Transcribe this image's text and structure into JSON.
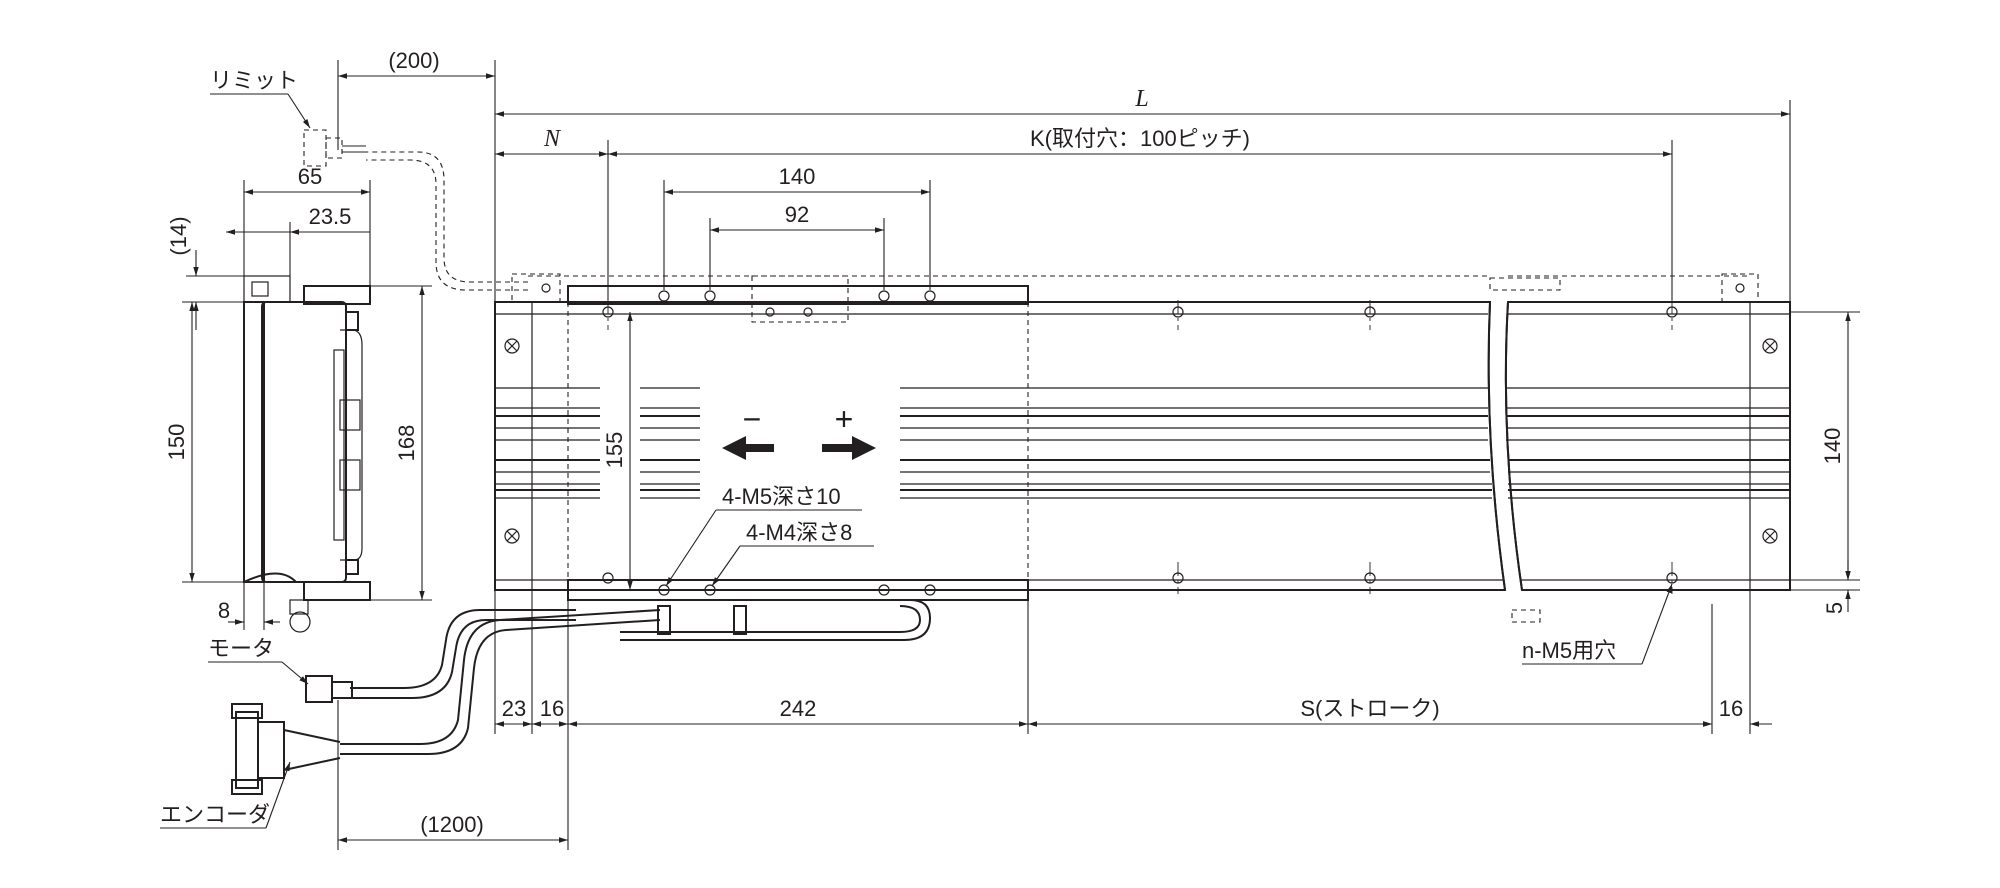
{
  "labels": {
    "limit": "リミット",
    "motor": "モータ",
    "encoder": "エンコーダ",
    "tap_m5": "4-M5深さ10",
    "tap_m4": "4-M4深さ8",
    "n_holes": "n-M5用穴",
    "minus": "−",
    "plus": "+"
  },
  "dims": {
    "d200": "(200)",
    "L": "L",
    "N": "N",
    "K": "K(取付穴：100ピッチ)",
    "d140_top": "140",
    "d92": "92",
    "d65": "65",
    "d23_5": "23.5",
    "d14": "(14)",
    "d150": "150",
    "d168": "168",
    "d155": "155",
    "d140_right": "140",
    "d5": "5",
    "d8": "8",
    "d23": "23",
    "d16_left": "16",
    "d242": "242",
    "S": "S(ストローク)",
    "d16_right": "16",
    "d1200": "(1200)"
  }
}
